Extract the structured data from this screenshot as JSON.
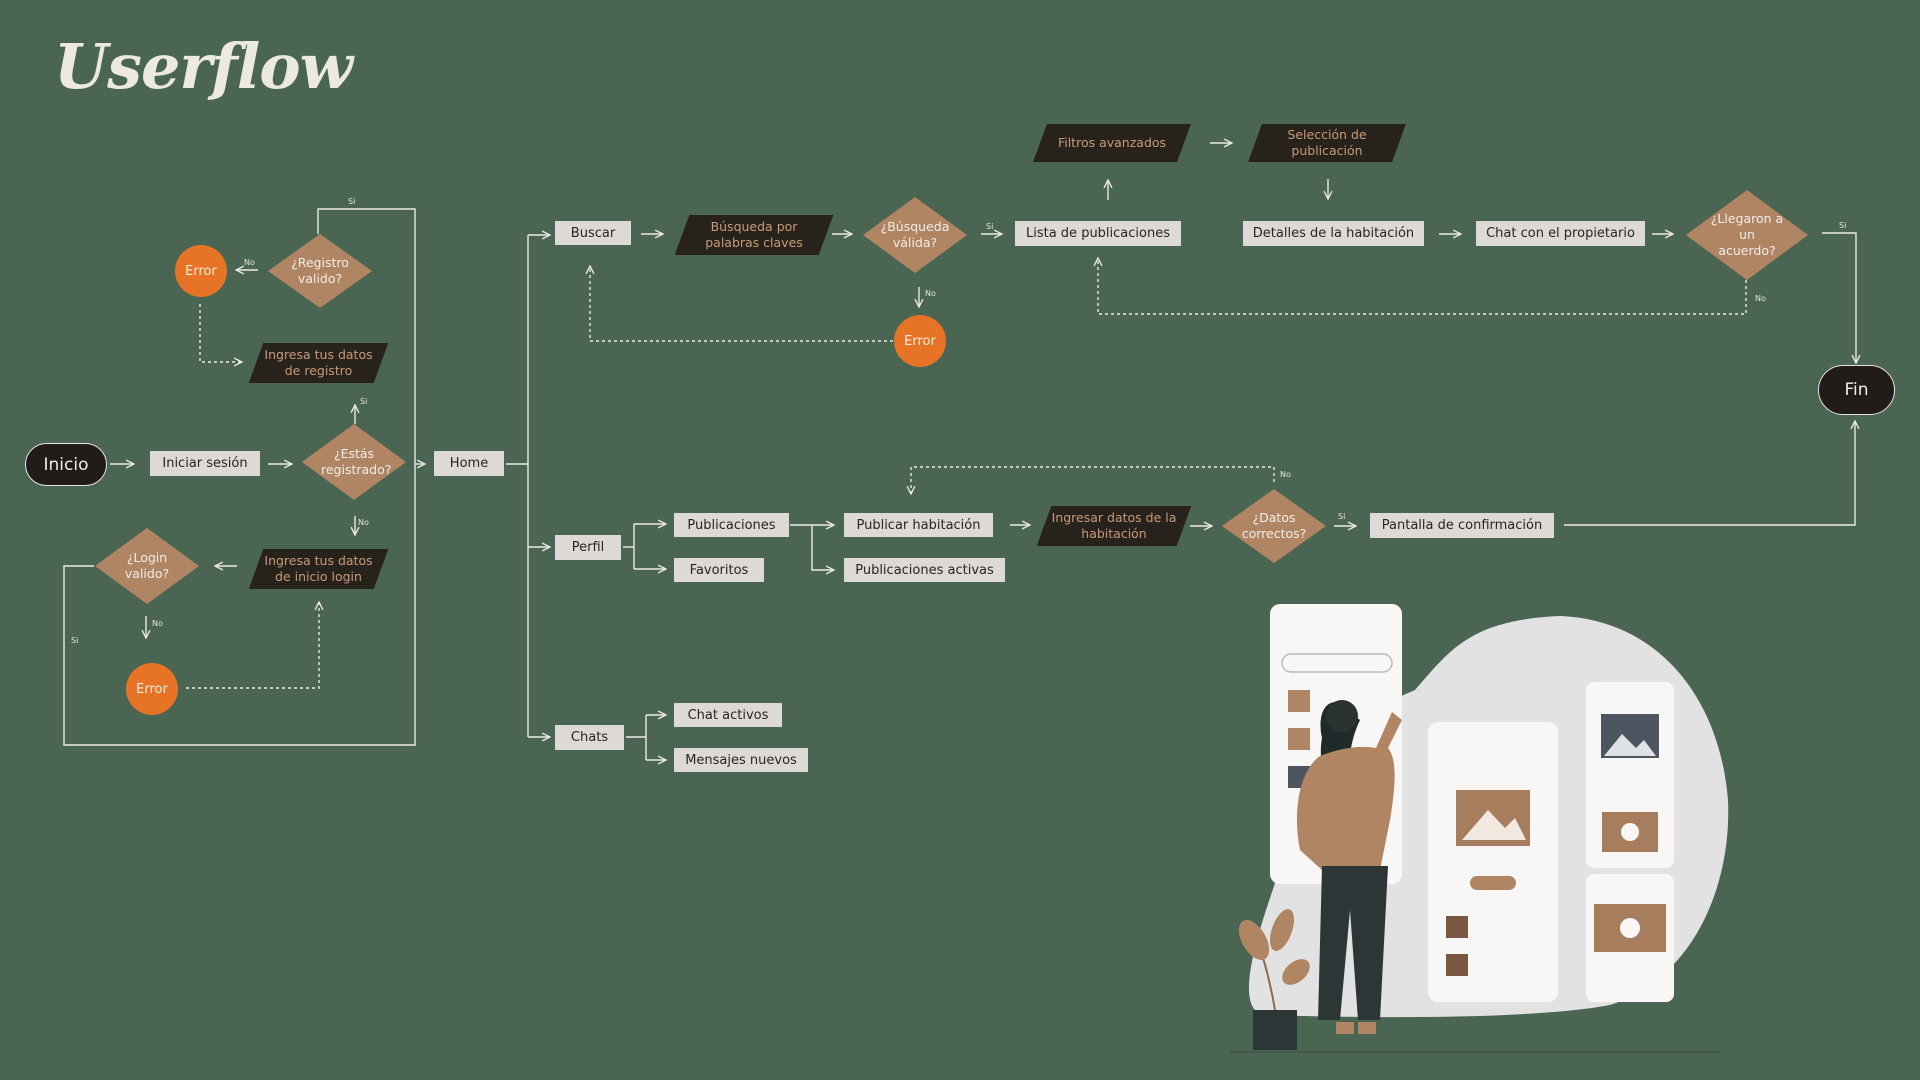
{
  "title": "Userflow",
  "terminals": {
    "start": "Inicio",
    "end": "Fin"
  },
  "login_flow": {
    "iniciar_sesion": "Iniciar sesión",
    "estas_registrado": "¿Estás registrado?",
    "ingresa_registro": "Ingresa tus datos de registro",
    "registro_valido": "¿Registro valido?",
    "error_registro": "Error",
    "ingresa_login": "Ingresa tus datos de inicio login",
    "login_valido": "¿Login valido?",
    "error_login": "Error"
  },
  "home": "Home",
  "search_flow": {
    "buscar": "Buscar",
    "busqueda_palabras": "Búsqueda por palabras claves",
    "busqueda_valida": "¿Búsqueda válida?",
    "error": "Error",
    "lista": "Lista de publicaciones",
    "filtros": "Filtros avanzados",
    "seleccion": "Selección de publicación",
    "detalles": "Detalles de la habitación",
    "chat_propietario": "Chat con el propietario",
    "acuerdo": "¿Llegaron a un acuerdo?"
  },
  "profile_flow": {
    "perfil": "Perfil",
    "publicaciones": "Publicaciones",
    "favoritos": "Favoritos",
    "publicar": "Publicar habitación",
    "activas": "Publicaciones activas",
    "ingresar_datos": "Ingresar datos de la habitación",
    "datos_correctos": "¿Datos correctos?",
    "confirmacion": "Pantalla de confirmación"
  },
  "chats_flow": {
    "chats": "Chats",
    "activos": "Chat activos",
    "nuevos": "Mensajes nuevos"
  },
  "edge_labels": {
    "si": "Si",
    "no": "No"
  },
  "colors": {
    "background": "#4a6652",
    "box": "#ddd9d6",
    "parallelogram": "#28221d",
    "parallelogram_text": "#c99a76",
    "diamond": "#b08563",
    "error": "#e67326",
    "terminal": "#211c19"
  }
}
